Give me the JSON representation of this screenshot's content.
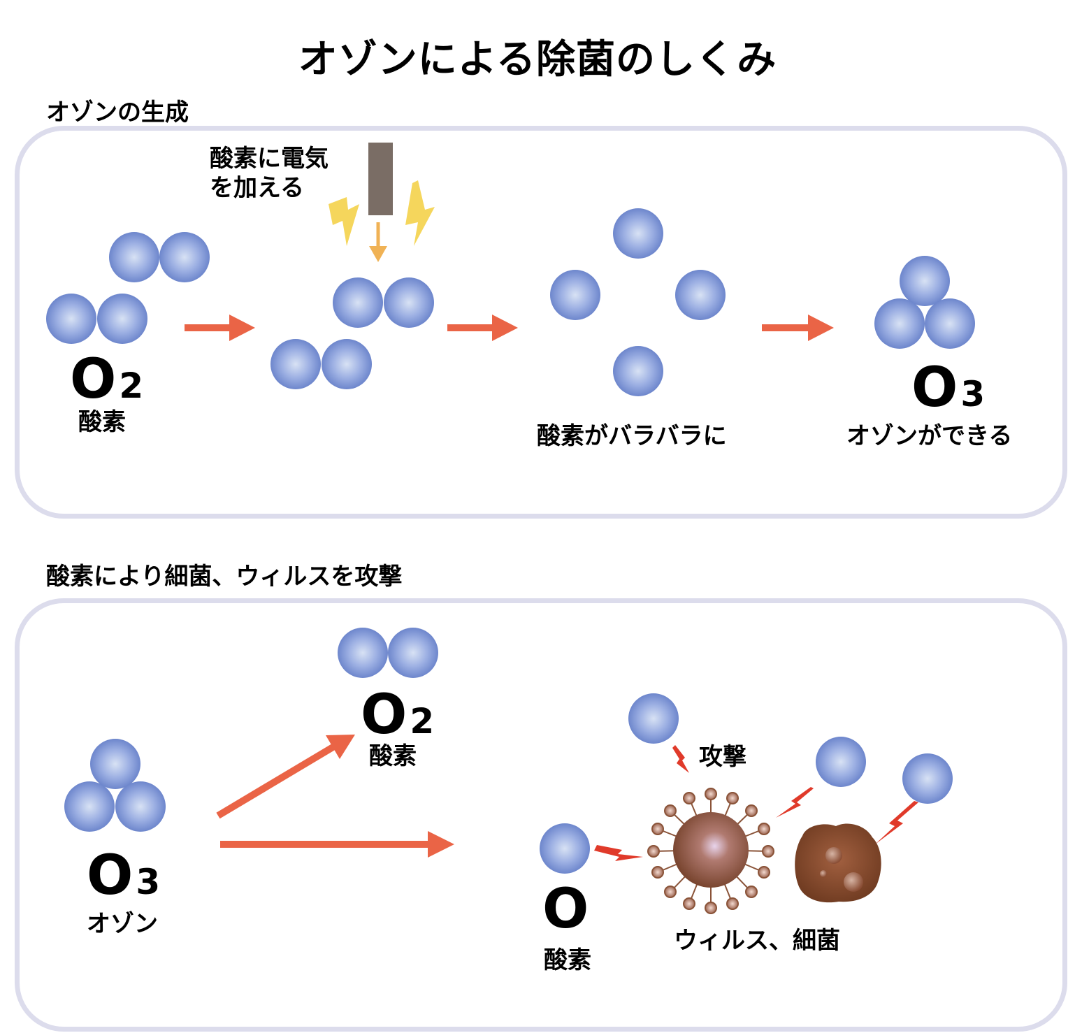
{
  "title": "オゾンによる除菌のしくみ",
  "section1": {
    "heading": "オゾンの生成",
    "electric_label_line1": "酸素に電気",
    "electric_label_line2": "を加える",
    "o2_formula": "O",
    "o2_sub": "2",
    "o2_name": "酸素",
    "split_label": "酸素がバラバラに",
    "o3_formula": "O",
    "o3_sub": "3",
    "o3_name": "オゾンができる"
  },
  "section2": {
    "heading": "酸素により細菌、ウィルスを攻撃",
    "o2_formula": "O",
    "o2_sub": "2",
    "o2_name": "酸素",
    "o3_formula": "O",
    "o3_sub": "3",
    "o3_name": "オゾン",
    "o_formula": "O",
    "o_name": "酸素",
    "attack_label": "攻撃",
    "target_label": "ウィルス、細菌"
  },
  "colors": {
    "atom": "#7e95d6",
    "arrow": "#ea6446",
    "spark": "#f5d65c",
    "electrode": "#7a6d65",
    "attack_bolt": "#e03a2a",
    "virus": "#8a5338",
    "bacterium": "#7b4327",
    "panel_border": "#dcdcec"
  }
}
